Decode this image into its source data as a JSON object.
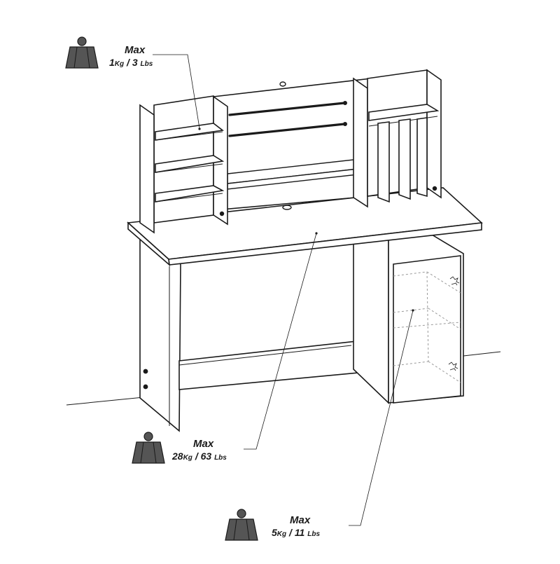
{
  "labels": {
    "hutch_shelf": {
      "max": "Max",
      "kg_value": "1",
      "kg_unit": "Kg",
      "sep": "/",
      "lbs_value": "3",
      "lbs_unit": "Lbs"
    },
    "desktop": {
      "max": "Max",
      "kg_value": "28",
      "kg_unit": "Kg",
      "sep": "/",
      "lbs_value": "63",
      "lbs_unit": "Lbs"
    },
    "cabinet_shelf": {
      "max": "Max",
      "kg_value": "5",
      "kg_unit": "Kg",
      "sep": "/",
      "lbs_value": "11",
      "lbs_unit": "Lbs"
    }
  },
  "icons": {
    "weight": "weight-icon"
  },
  "colors": {
    "line": "#1a1a1a",
    "weight_fill": "#555555",
    "panel_fill": "#ffffff"
  }
}
